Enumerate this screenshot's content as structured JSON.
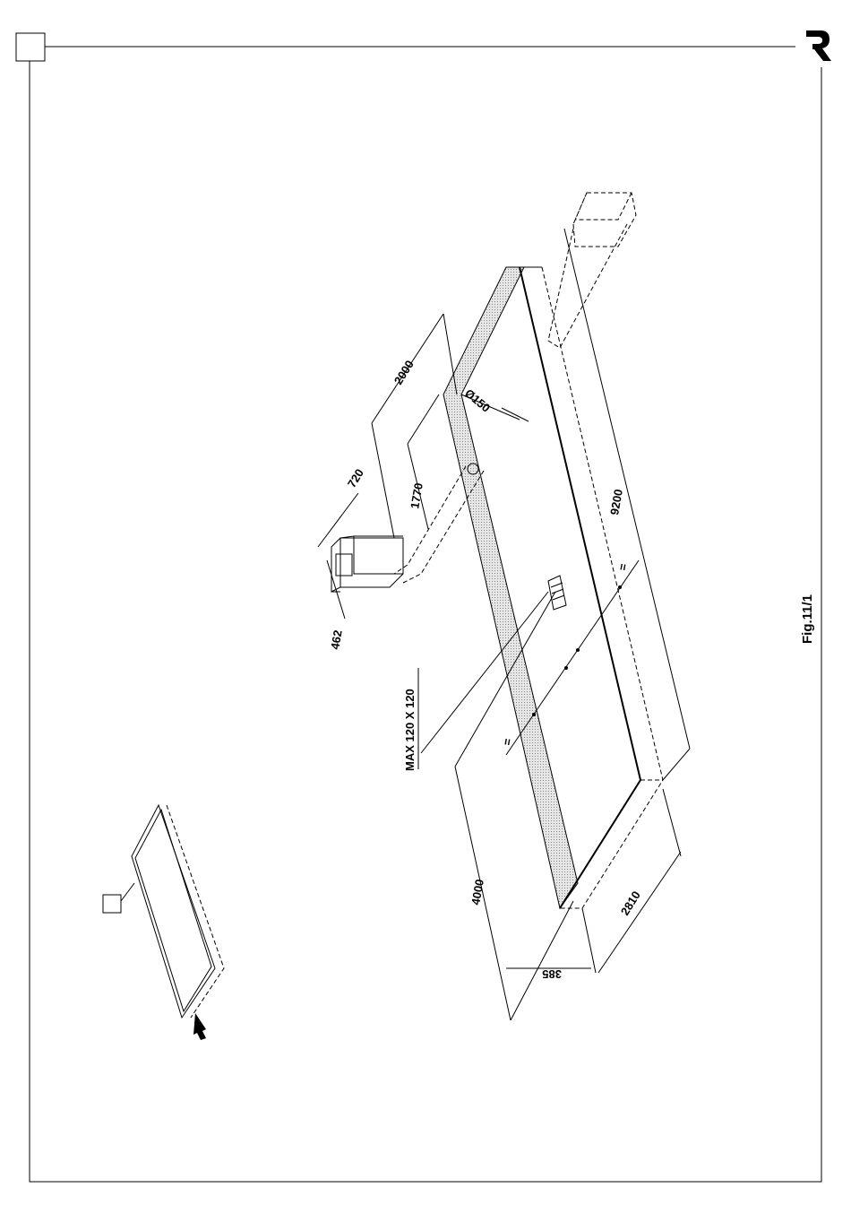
{
  "figure": {
    "label": "Fig.11/1",
    "logo_letter": "R",
    "dimensions": {
      "d2000": "2000",
      "d720": "720",
      "d1770": "1770",
      "d462": "462",
      "d150": "Ø150",
      "d9200": "9200",
      "d4000": "4000",
      "d2810": "2810",
      "d385": "385",
      "eq1": "=",
      "eq2": "="
    },
    "callout": "MAX 120 X 120"
  },
  "colors": {
    "line": "#000000",
    "shade": "#d8d8d8",
    "background": "#ffffff"
  }
}
